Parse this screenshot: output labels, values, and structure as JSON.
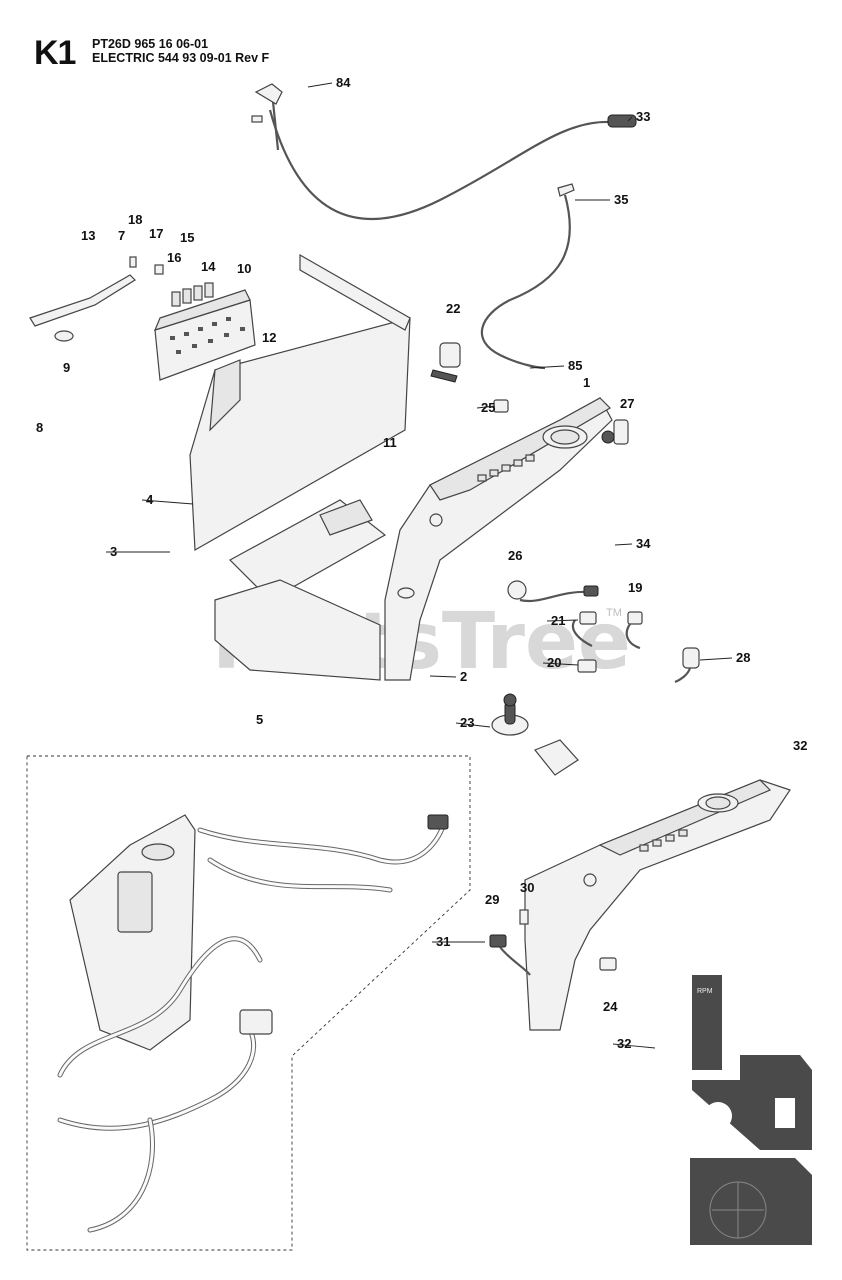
{
  "header": {
    "section_code": "K1",
    "line1": "PT26D 965 16 06-01",
    "line2": "ELECTRIC 544 93 09-01 Rev F"
  },
  "watermark": {
    "text": "PartsTree",
    "tm": "TM"
  },
  "callouts": [
    "84",
    "33",
    "35",
    "18",
    "13",
    "7",
    "17",
    "15",
    "16",
    "14",
    "10",
    "12",
    "22",
    "85",
    "1",
    "27",
    "25",
    "9",
    "8",
    "11",
    "4",
    "3",
    "34",
    "26",
    "19",
    "21",
    "28",
    "20",
    "2",
    "5",
    "23",
    "32",
    "30",
    "29",
    "31",
    "24",
    "32"
  ],
  "decal": {
    "rpm_label": "RPM"
  },
  "colors": {
    "watermark": "#cfcfcf",
    "line": "#222222",
    "part_fill": "#f2f2f2",
    "decal_fill": "#4a4a4a"
  }
}
